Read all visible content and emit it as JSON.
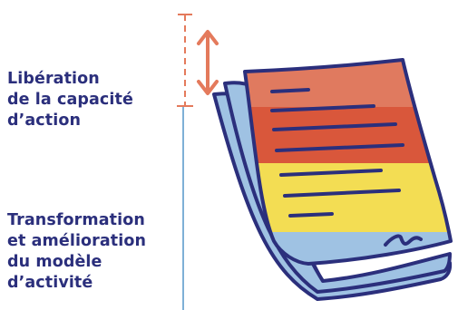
{
  "labels": {
    "top": [
      "Libération",
      "de la capacité",
      "d’action"
    ],
    "bottom": [
      "Transformation",
      "et amélioration",
      "du modèle",
      "d’activité"
    ]
  },
  "colors": {
    "text": "#2b2f7c",
    "outline": "#2b2f7c",
    "axis": "#7fb0d6",
    "arrow": "#e47a5c",
    "band_top": "#e07a5f",
    "band_red": "#d9573b",
    "band_yellow": "#f3dd53",
    "band_blue": "#9fc2e3",
    "sheet_back": "#9fc2e3"
  },
  "icons": [
    "double-arrow-icon",
    "document-stack-icon",
    "signature-icon"
  ]
}
